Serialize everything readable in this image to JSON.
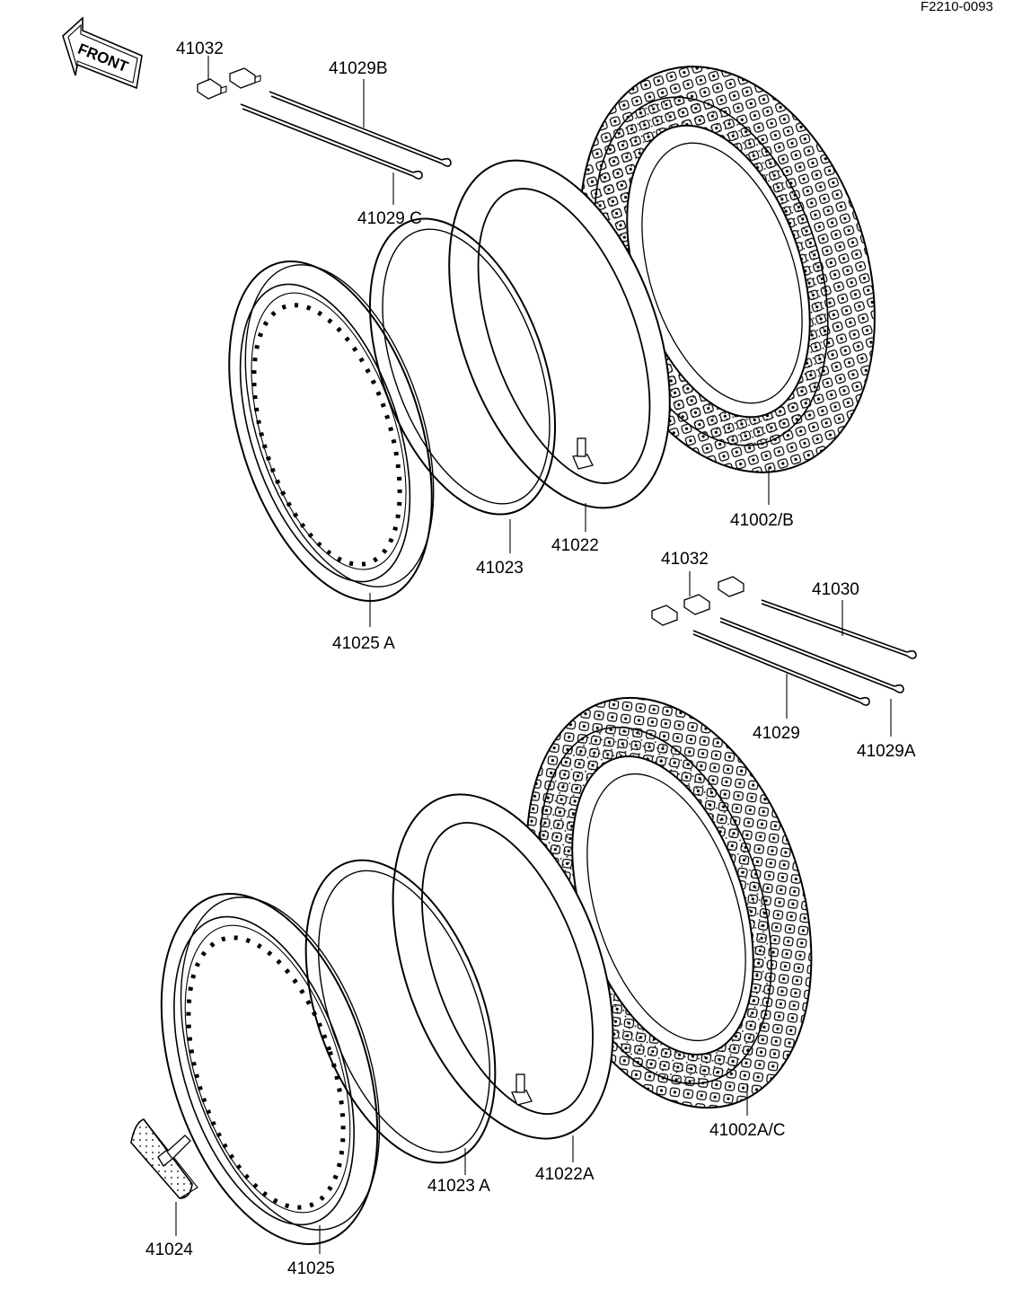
{
  "diagram_code": "F2210-0093",
  "front_label": "FRONT",
  "labels": {
    "p41032_top": "41032",
    "p41029B": "41029B",
    "p41029C": "41029 C",
    "p41002B": "41002/B",
    "p41022": "41022",
    "p41023": "41023",
    "p41025A": "41025 A",
    "p41032_mid": "41032",
    "p41030": "41030",
    "p41029": "41029",
    "p41029A": "41029A",
    "p41002AC": "41002A/C",
    "p41022A": "41022A",
    "p41023A": "41023 A",
    "p41024": "41024",
    "p41025": "41025"
  }
}
